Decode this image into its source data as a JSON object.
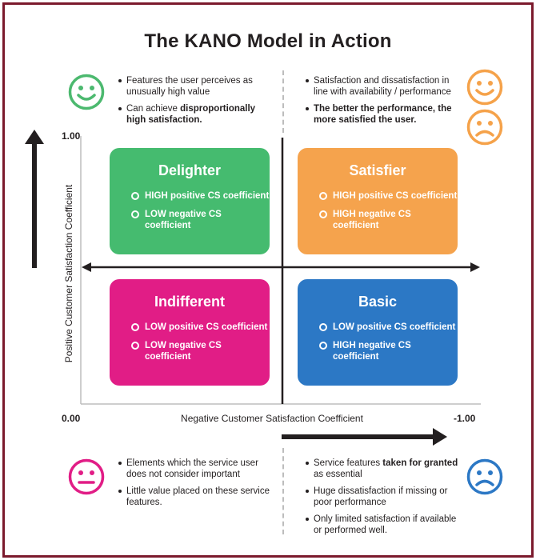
{
  "title": "The KANO Model in Action",
  "top_left": {
    "face": "happy-face",
    "face_color": "#4cb96f",
    "b1": "Features the user perceives as unusually high value",
    "b2_pre": "Can achieve ",
    "b2_bold": "disproportionally high satisfaction."
  },
  "top_right": {
    "faces": [
      "happy-face",
      "sad-face"
    ],
    "face_color": "#f5a24a",
    "b1": "Satisfaction and dissatisfaction in line with availability / performance",
    "b2_bold": "The better the performance, the more satisfied the user."
  },
  "quadrants": {
    "delighter": {
      "title": "Delighter",
      "color": "#45bb6f",
      "items": [
        "HIGH positive CS coefficient",
        "LOW negative CS coefficient"
      ]
    },
    "satisfier": {
      "title": "Satisfier",
      "color": "#f5a34d",
      "items": [
        "HIGH positive CS coefficient",
        "HIGH negative CS coefficient"
      ]
    },
    "indifferent": {
      "title": "Indifferent",
      "color": "#e11d86",
      "items": [
        "LOW positive CS coefficient",
        "LOW negative CS coefficient"
      ]
    },
    "basic": {
      "title": "Basic",
      "color": "#2c78c5",
      "items": [
        "LOW positive CS coefficient",
        "HIGH negative CS coefficient"
      ]
    }
  },
  "axes": {
    "y_label": "Positive Customer Satisfaction Coefficient",
    "x_label": "Negative Customer Satisfaction Coefficient",
    "y_top": "1.00",
    "origin": "0.00",
    "x_right": "-1.00"
  },
  "bottom_left": {
    "face": "neutral-face",
    "face_color": "#e11d86",
    "b1": "Elements which the service user does not consider important",
    "b2": "Little value placed on these service features."
  },
  "bottom_right": {
    "face": "sad-face",
    "face_color": "#2c78c5",
    "b1_pre": "Service features ",
    "b1_bold": "taken for granted",
    "b1_post": " as essential",
    "b2": "Huge dissatisfaction if missing or poor performance",
    "b3": "Only limited satisfaction if available or performed well."
  }
}
